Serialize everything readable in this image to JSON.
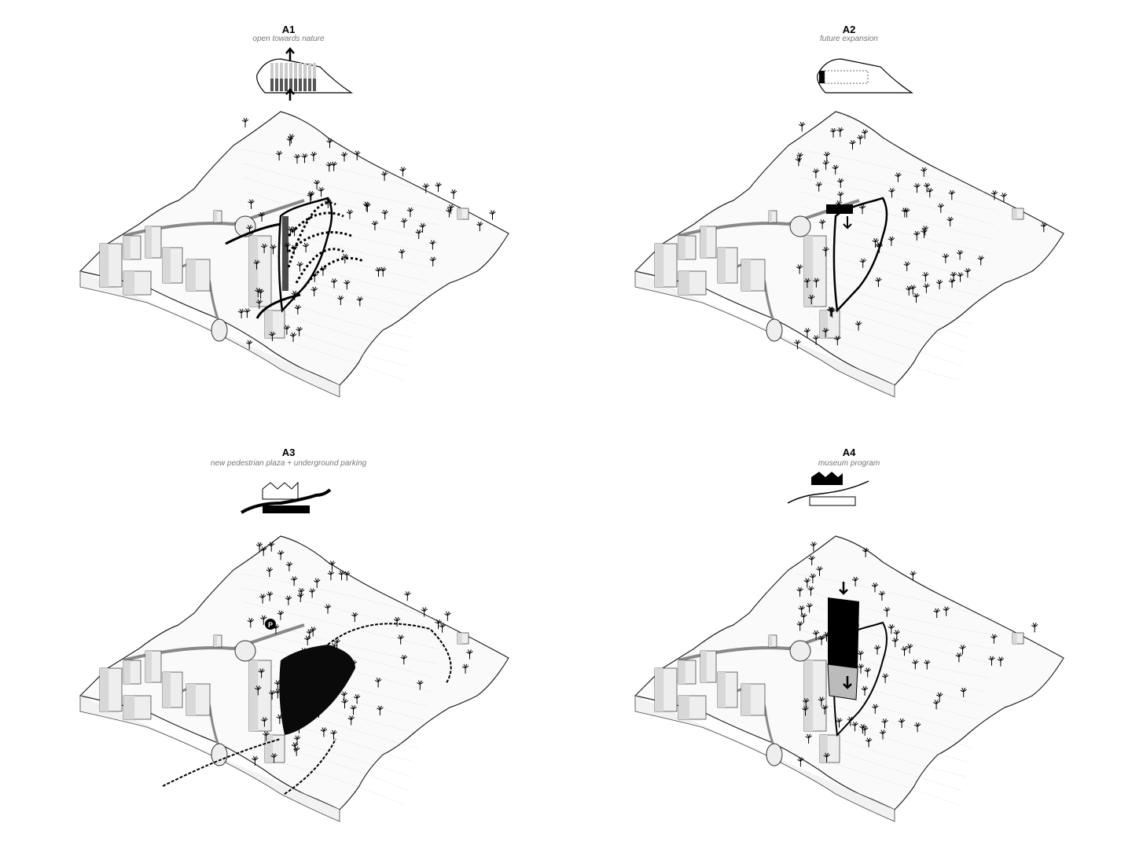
{
  "panels": [
    {
      "id": "A1",
      "title": "A1",
      "subtitle": "open towards nature",
      "overlay": "paths"
    },
    {
      "id": "A2",
      "title": "A2",
      "subtitle": "future expansion",
      "overlay": "expansion"
    },
    {
      "id": "A3",
      "title": "A3",
      "subtitle": "new pedestrian plaza  +  underground parking",
      "overlay": "plaza",
      "parking_symbol": "P"
    },
    {
      "id": "A4",
      "title": "A4",
      "subtitle": "museum program",
      "overlay": "museum"
    }
  ]
}
